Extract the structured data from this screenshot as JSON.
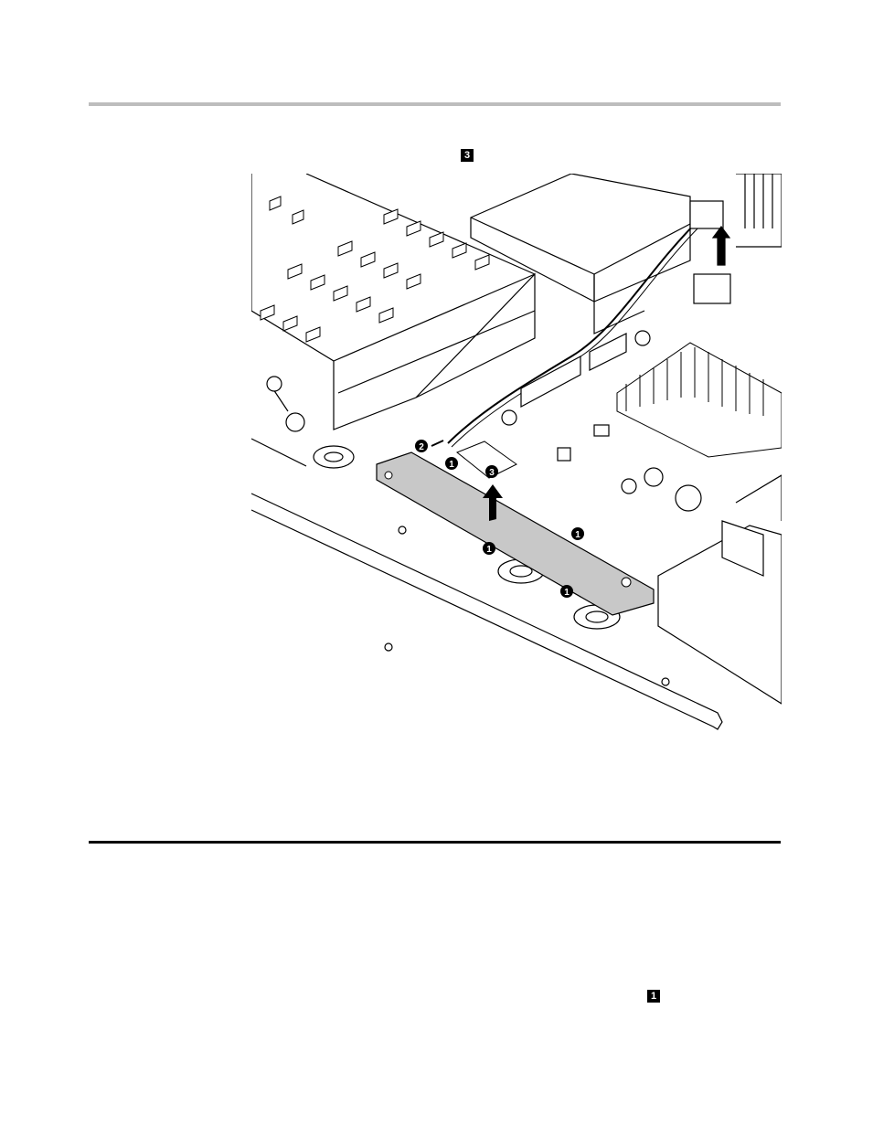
{
  "header": {
    "step_badge_label": "3"
  },
  "figure": {
    "callouts": {
      "c2": "2",
      "c1a": "1",
      "c3": "3",
      "c1b": "1",
      "c1c": "1",
      "c1d": "1"
    }
  },
  "footer": {
    "step_badge_label": "1"
  }
}
